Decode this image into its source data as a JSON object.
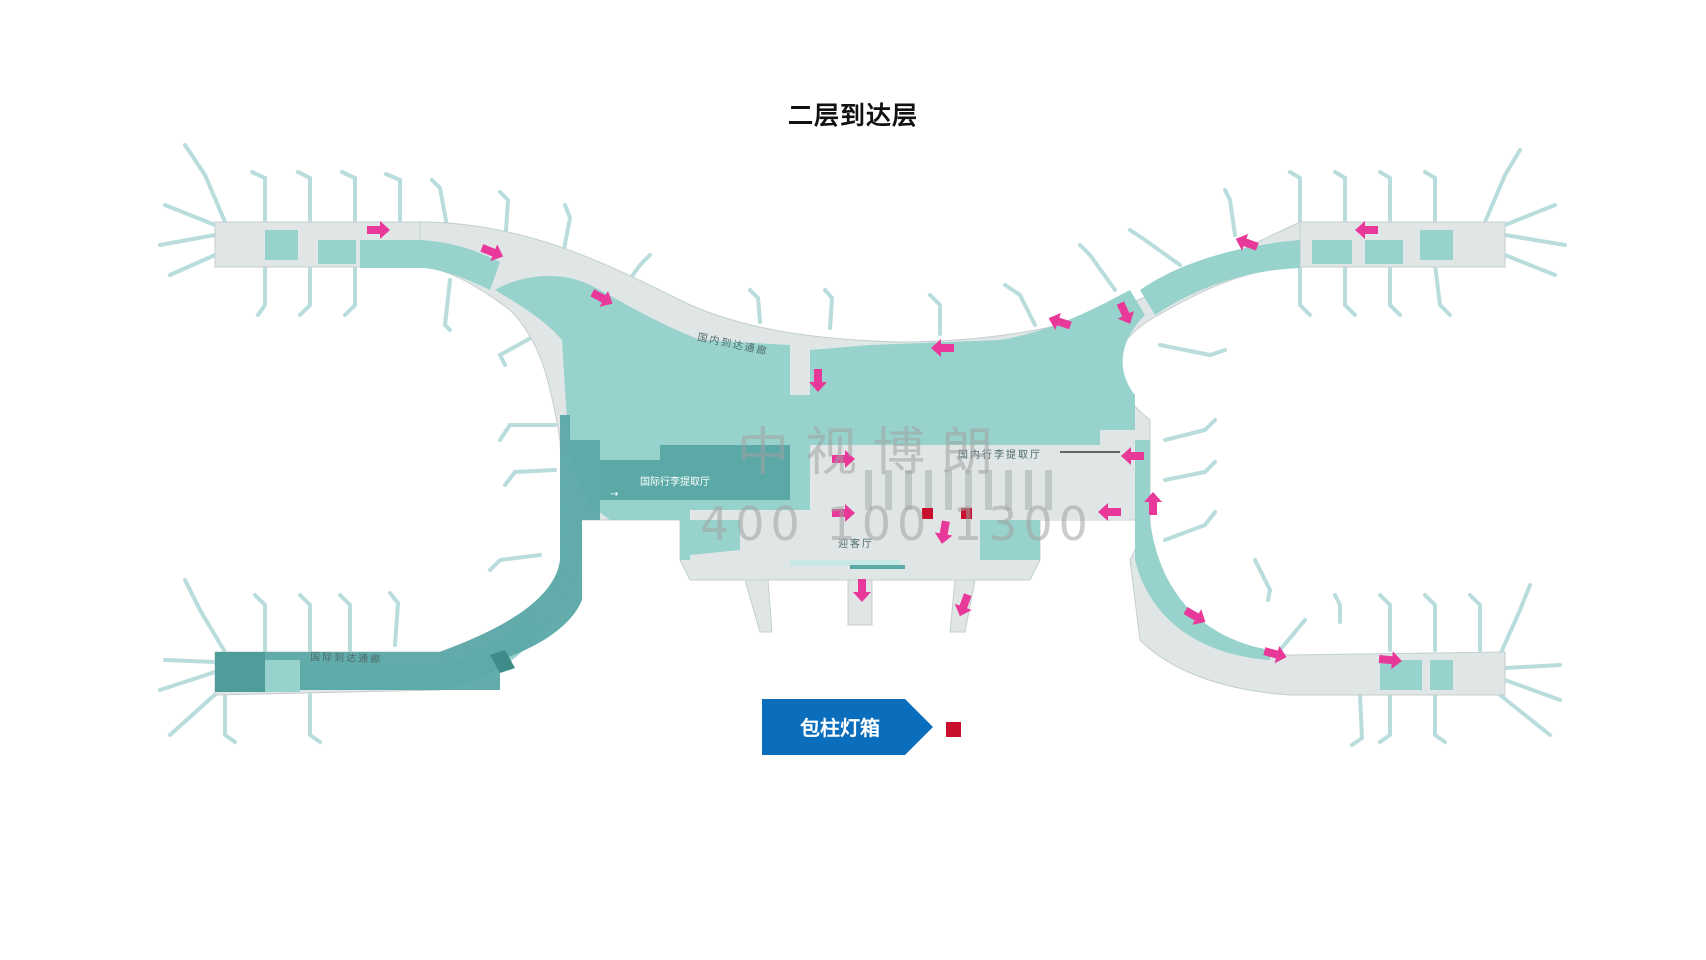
{
  "page_title": "二层到达层",
  "labels": {
    "domestic_corridor": "国内到达通廊",
    "domestic_baggage": "国内行李提取厅",
    "intl_baggage": "国际行李提取厅",
    "greeting_hall": "迎客厅",
    "intl_corridor": "国际到达通廊"
  },
  "watermark": {
    "line1": "中视博朗",
    "line2": "400 100 1300"
  },
  "legend": {
    "label": "包柱灯箱",
    "tag_color": "#0a6ebd",
    "marker_color": "#c8102e"
  },
  "colors": {
    "building_base": "#dfe6e5",
    "zone": "#98d2cc",
    "intl_zone": "#5aa9a6",
    "bridge": "#b9dcdc",
    "arrow": "#e8389a"
  }
}
